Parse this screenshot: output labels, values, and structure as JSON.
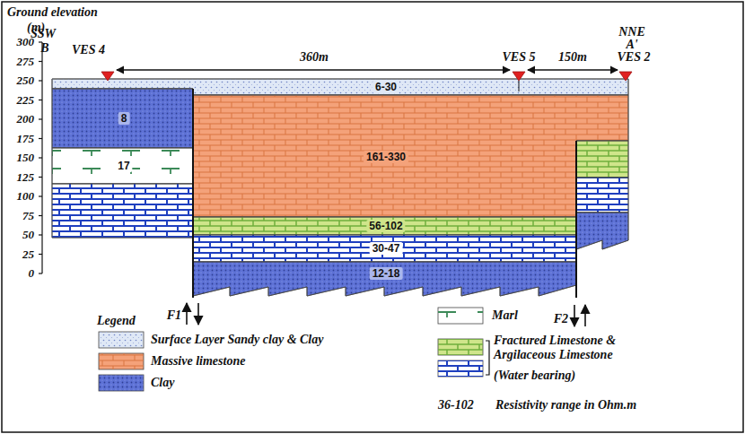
{
  "diagram": {
    "labels": [
      "Ground elevation",
      "(m)",
      "300",
      "275",
      "250",
      "225",
      "200",
      "175",
      "150",
      "125",
      "100",
      "75",
      "50",
      "25",
      "0",
      "SSW",
      "B",
      "VES 4",
      "360m",
      "VES 5",
      "150m",
      "NNE",
      "A'",
      "VES 2",
      "6-30",
      "8",
      "17",
      "161-330",
      "56-102",
      "30-47",
      "12-18",
      "F1",
      "F2",
      "Legend",
      "36-102",
      "Resistivity range in Ohm.m"
    ],
    "legend": [
      {
        "text": "Surface Layer Sandy clay & Clay",
        "color": "#dfe8f6"
      },
      {
        "text": "Massive limestone",
        "color": "#f4a27a"
      },
      {
        "text": "Clay",
        "color": "#5e72d6"
      },
      {
        "text": "Marl"
      },
      {
        "text": "Fractured Limestone & Argilaceous Limestone"
      },
      {
        "text": "(Water bearing)"
      }
    ]
  }
}
